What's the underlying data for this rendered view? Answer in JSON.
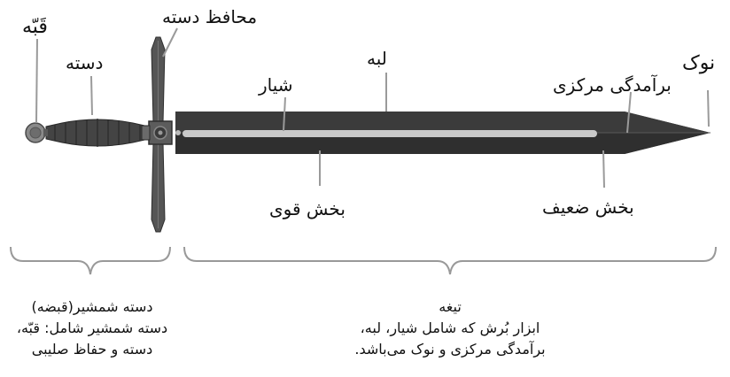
{
  "labels": {
    "pommel": "قَبّه",
    "grip": "دسته",
    "crossguard": "محافظ دسته",
    "fuller": "شیار",
    "edge": "لبه",
    "ridge": "برآمدگی مرکزی",
    "point": "نوک",
    "forte": "بخش قوی",
    "foible": "بخش ضعیف"
  },
  "captions": {
    "hilt": {
      "title": "دسته شمشیر(قبضه)",
      "line1": "دسته شمشیر شامل: قبّه،",
      "line2": "دسته و حفاظ صلیبی"
    },
    "blade": {
      "title": "تیغه",
      "line1": "ابزار بُرش که شامل شیار، لبه،",
      "line2": "برآمدگی مرکزی و نوک می‌باشد."
    }
  },
  "colors": {
    "blade_dark": "#3a3a3a",
    "blade_mid": "#4a4a4a",
    "fuller": "#c9c9c9",
    "guard": "#555555",
    "grip": "#444444",
    "bracket": "#999999",
    "leader": "#9a9a9a"
  }
}
